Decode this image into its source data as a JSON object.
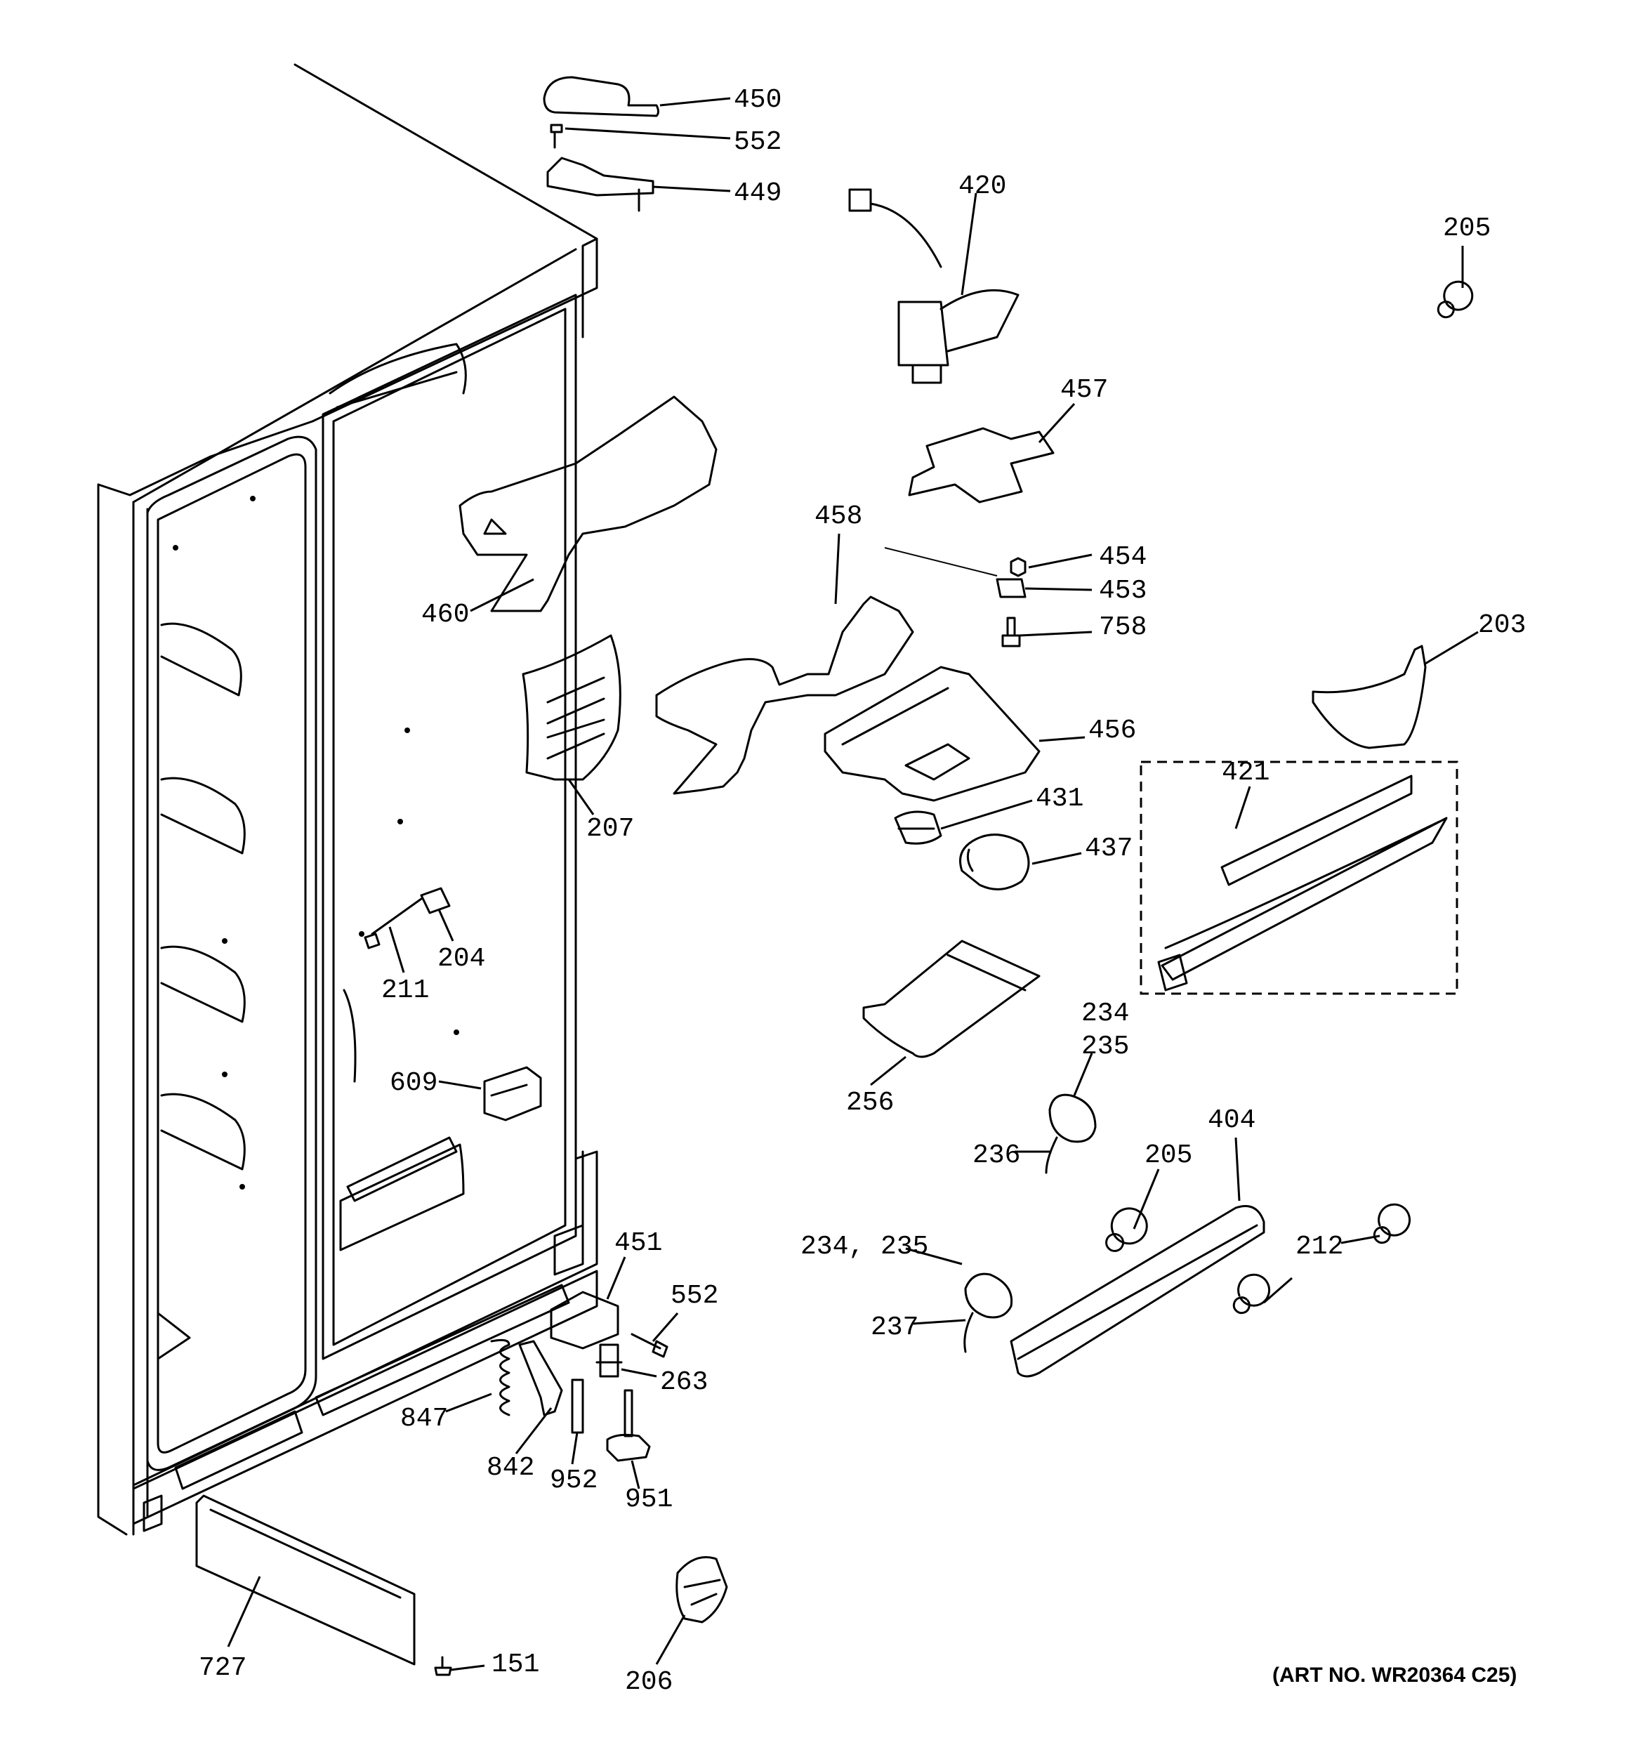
{
  "callouts": [
    {
      "id": "c450",
      "text": "450"
    },
    {
      "id": "c552a",
      "text": "552"
    },
    {
      "id": "c449",
      "text": "449"
    },
    {
      "id": "c420",
      "text": "420"
    },
    {
      "id": "c205a",
      "text": "205"
    },
    {
      "id": "c457",
      "text": "457"
    },
    {
      "id": "c458",
      "text": "458"
    },
    {
      "id": "c454",
      "text": "454"
    },
    {
      "id": "c453",
      "text": "453"
    },
    {
      "id": "c758",
      "text": "758"
    },
    {
      "id": "c203",
      "text": "203"
    },
    {
      "id": "c460",
      "text": "460"
    },
    {
      "id": "c456",
      "text": "456"
    },
    {
      "id": "c421",
      "text": "421"
    },
    {
      "id": "c431",
      "text": "431"
    },
    {
      "id": "c437",
      "text": "437"
    },
    {
      "id": "c207",
      "text": "207"
    },
    {
      "id": "c204",
      "text": "204"
    },
    {
      "id": "c211",
      "text": "211"
    },
    {
      "id": "c234a",
      "text": "234"
    },
    {
      "id": "c235a",
      "text": "235"
    },
    {
      "id": "c256",
      "text": "256"
    },
    {
      "id": "c609",
      "text": "609"
    },
    {
      "id": "c404",
      "text": "404"
    },
    {
      "id": "c236",
      "text": "236"
    },
    {
      "id": "c205b",
      "text": "205"
    },
    {
      "id": "c451",
      "text": "451"
    },
    {
      "id": "c234235",
      "text": "234, 235"
    },
    {
      "id": "c212",
      "text": "212"
    },
    {
      "id": "c552b",
      "text": "552"
    },
    {
      "id": "c237",
      "text": "237"
    },
    {
      "id": "c263",
      "text": "263"
    },
    {
      "id": "c847",
      "text": "847"
    },
    {
      "id": "c842",
      "text": "842"
    },
    {
      "id": "c952",
      "text": "952"
    },
    {
      "id": "c951",
      "text": "951"
    },
    {
      "id": "c727",
      "text": "727"
    },
    {
      "id": "c151",
      "text": "151"
    },
    {
      "id": "c206",
      "text": "206"
    }
  ],
  "art_number": "(ART NO. WR20364 C25)"
}
